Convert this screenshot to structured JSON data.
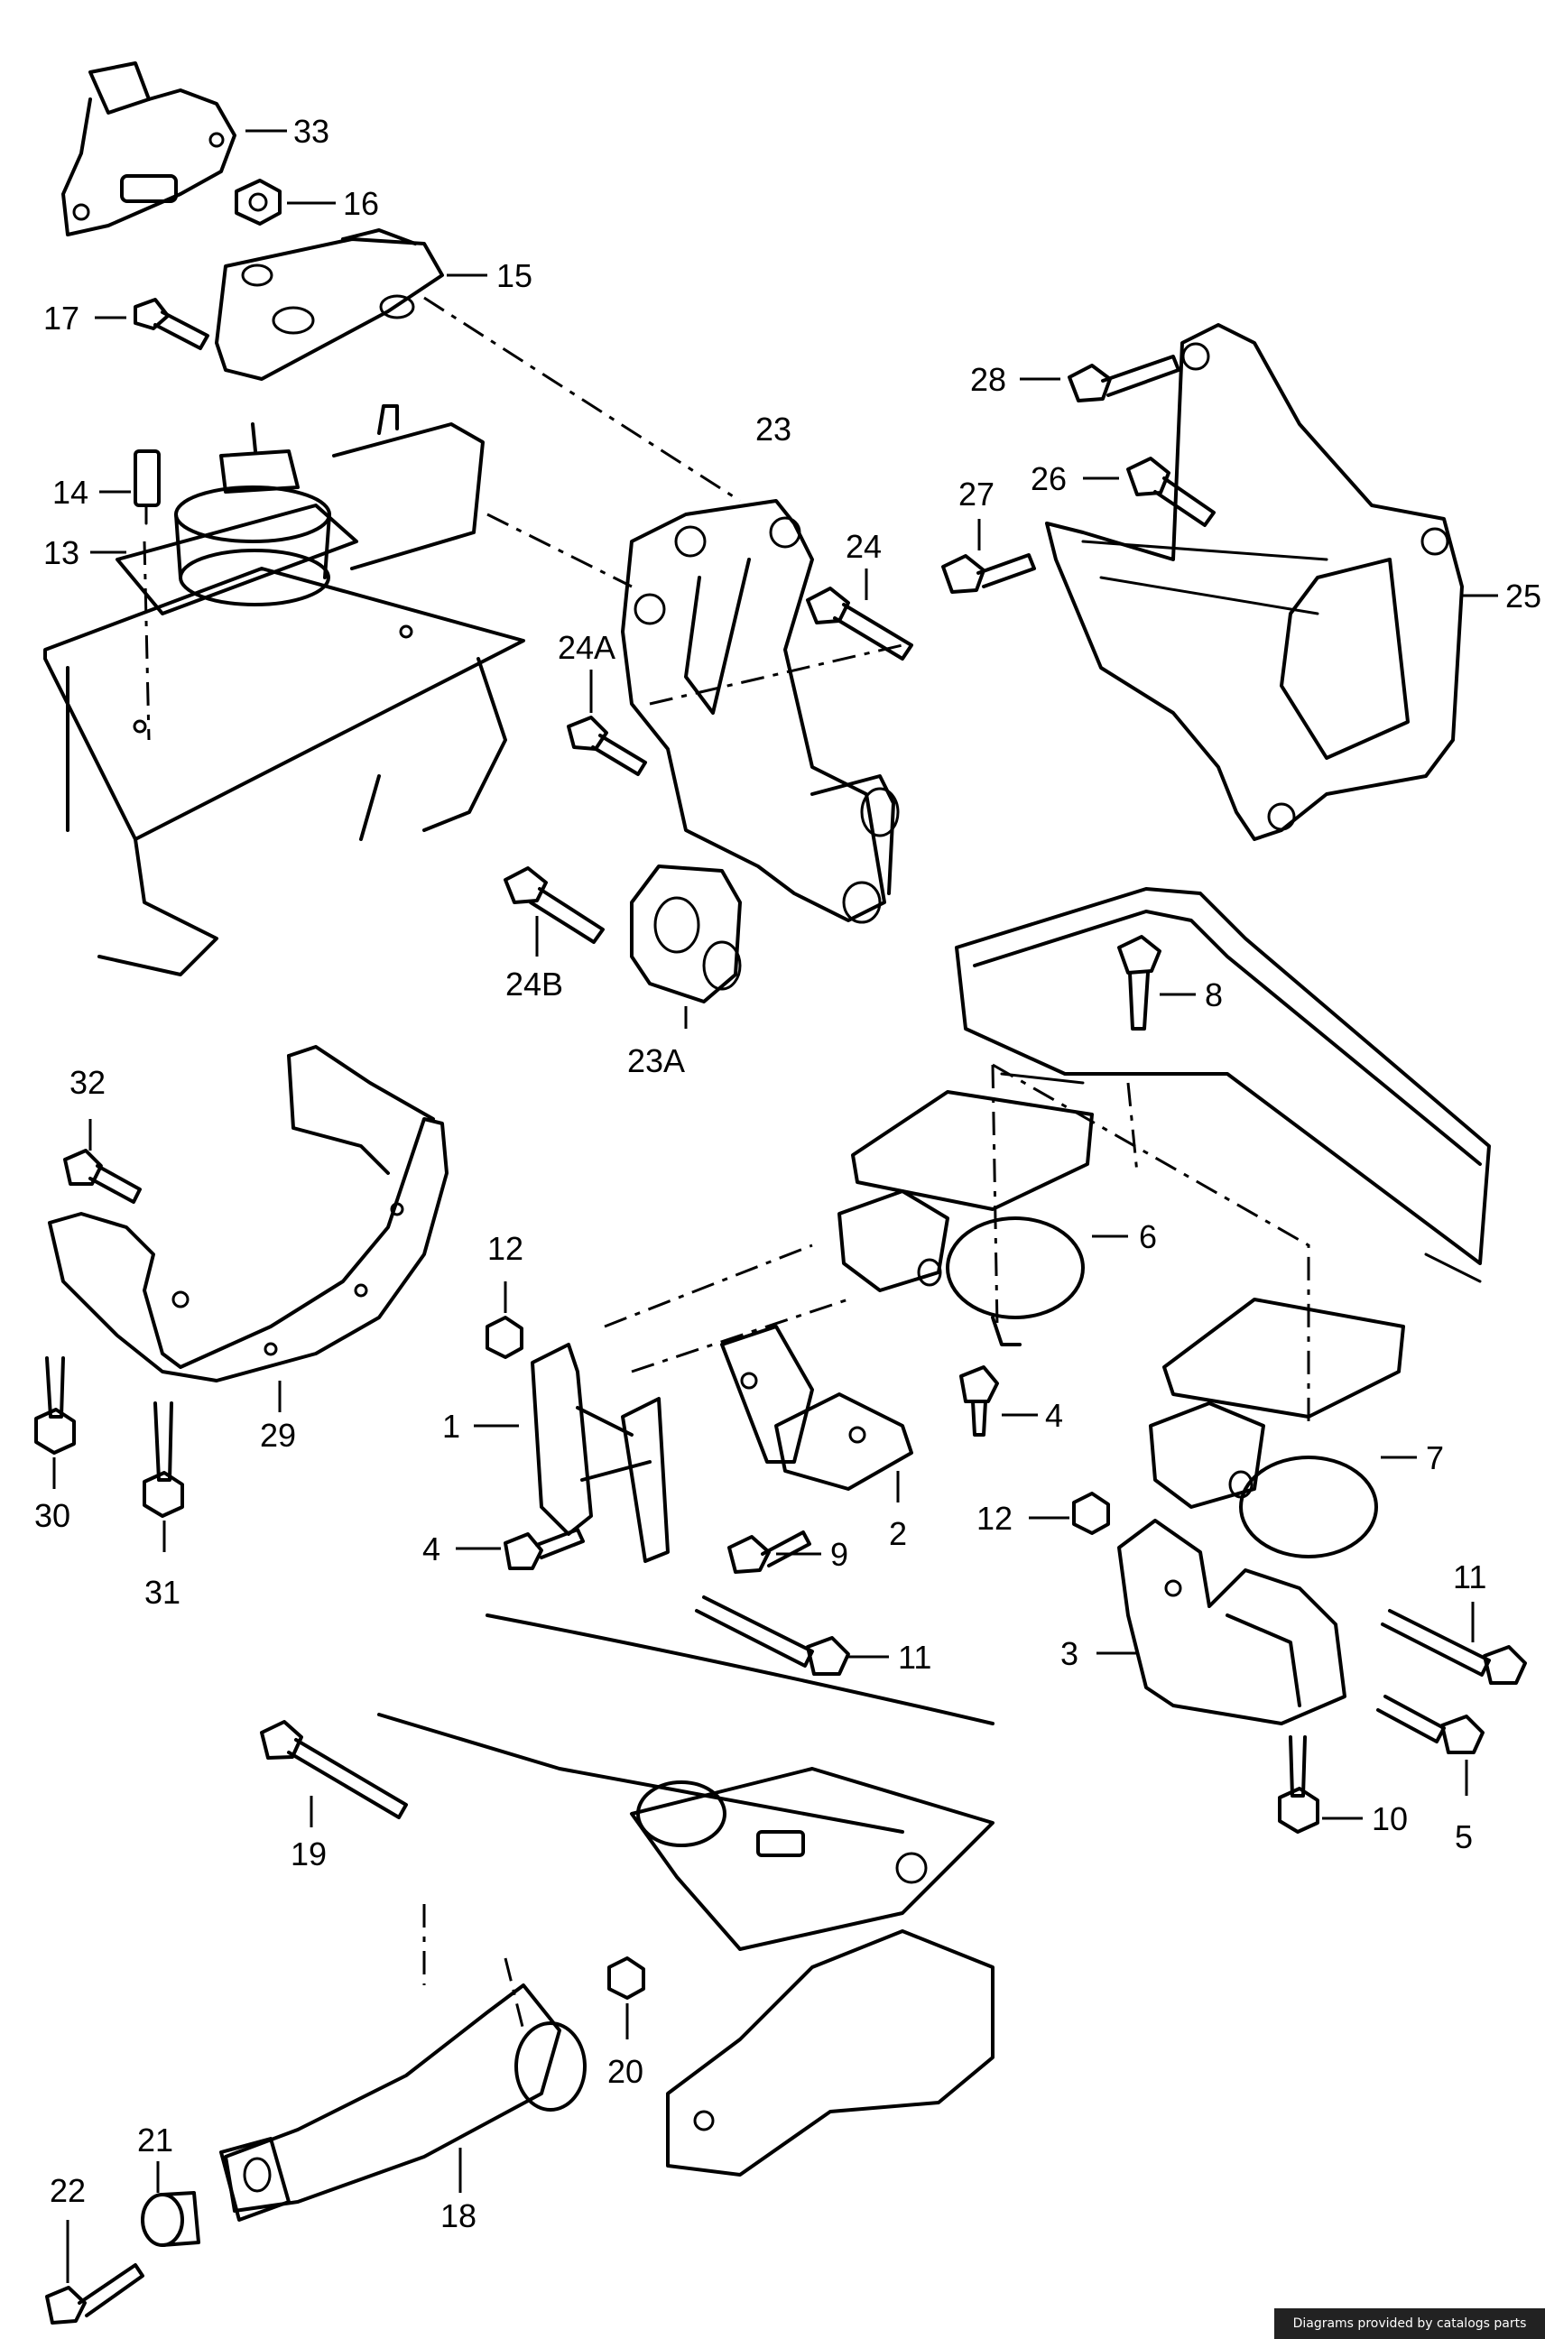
{
  "credit": "Diagrams provided by catalogs parts",
  "callouts": [
    {
      "id": "33",
      "label": "33"
    },
    {
      "id": "16",
      "label": "16"
    },
    {
      "id": "15",
      "label": "15"
    },
    {
      "id": "17",
      "label": "17"
    },
    {
      "id": "23",
      "label": "23"
    },
    {
      "id": "28",
      "label": "28"
    },
    {
      "id": "26",
      "label": "26"
    },
    {
      "id": "27",
      "label": "27"
    },
    {
      "id": "25",
      "label": "25"
    },
    {
      "id": "14",
      "label": "14"
    },
    {
      "id": "13",
      "label": "13"
    },
    {
      "id": "24",
      "label": "24"
    },
    {
      "id": "24A",
      "label": "24A"
    },
    {
      "id": "24B",
      "label": "24B"
    },
    {
      "id": "23A",
      "label": "23A"
    },
    {
      "id": "8",
      "label": "8"
    },
    {
      "id": "32",
      "label": "32"
    },
    {
      "id": "29",
      "label": "29"
    },
    {
      "id": "30",
      "label": "30"
    },
    {
      "id": "31",
      "label": "31"
    },
    {
      "id": "12a",
      "label": "12"
    },
    {
      "id": "6",
      "label": "6"
    },
    {
      "id": "1",
      "label": "1"
    },
    {
      "id": "4a",
      "label": "4"
    },
    {
      "id": "4b",
      "label": "4"
    },
    {
      "id": "9",
      "label": "9"
    },
    {
      "id": "2",
      "label": "2"
    },
    {
      "id": "11a",
      "label": "11"
    },
    {
      "id": "7",
      "label": "7"
    },
    {
      "id": "12b",
      "label": "12"
    },
    {
      "id": "11b",
      "label": "11"
    },
    {
      "id": "3",
      "label": "3"
    },
    {
      "id": "10",
      "label": "10"
    },
    {
      "id": "5",
      "label": "5"
    },
    {
      "id": "19",
      "label": "19"
    },
    {
      "id": "20",
      "label": "20"
    },
    {
      "id": "21",
      "label": "21"
    },
    {
      "id": "22",
      "label": "22"
    },
    {
      "id": "18",
      "label": "18"
    }
  ]
}
